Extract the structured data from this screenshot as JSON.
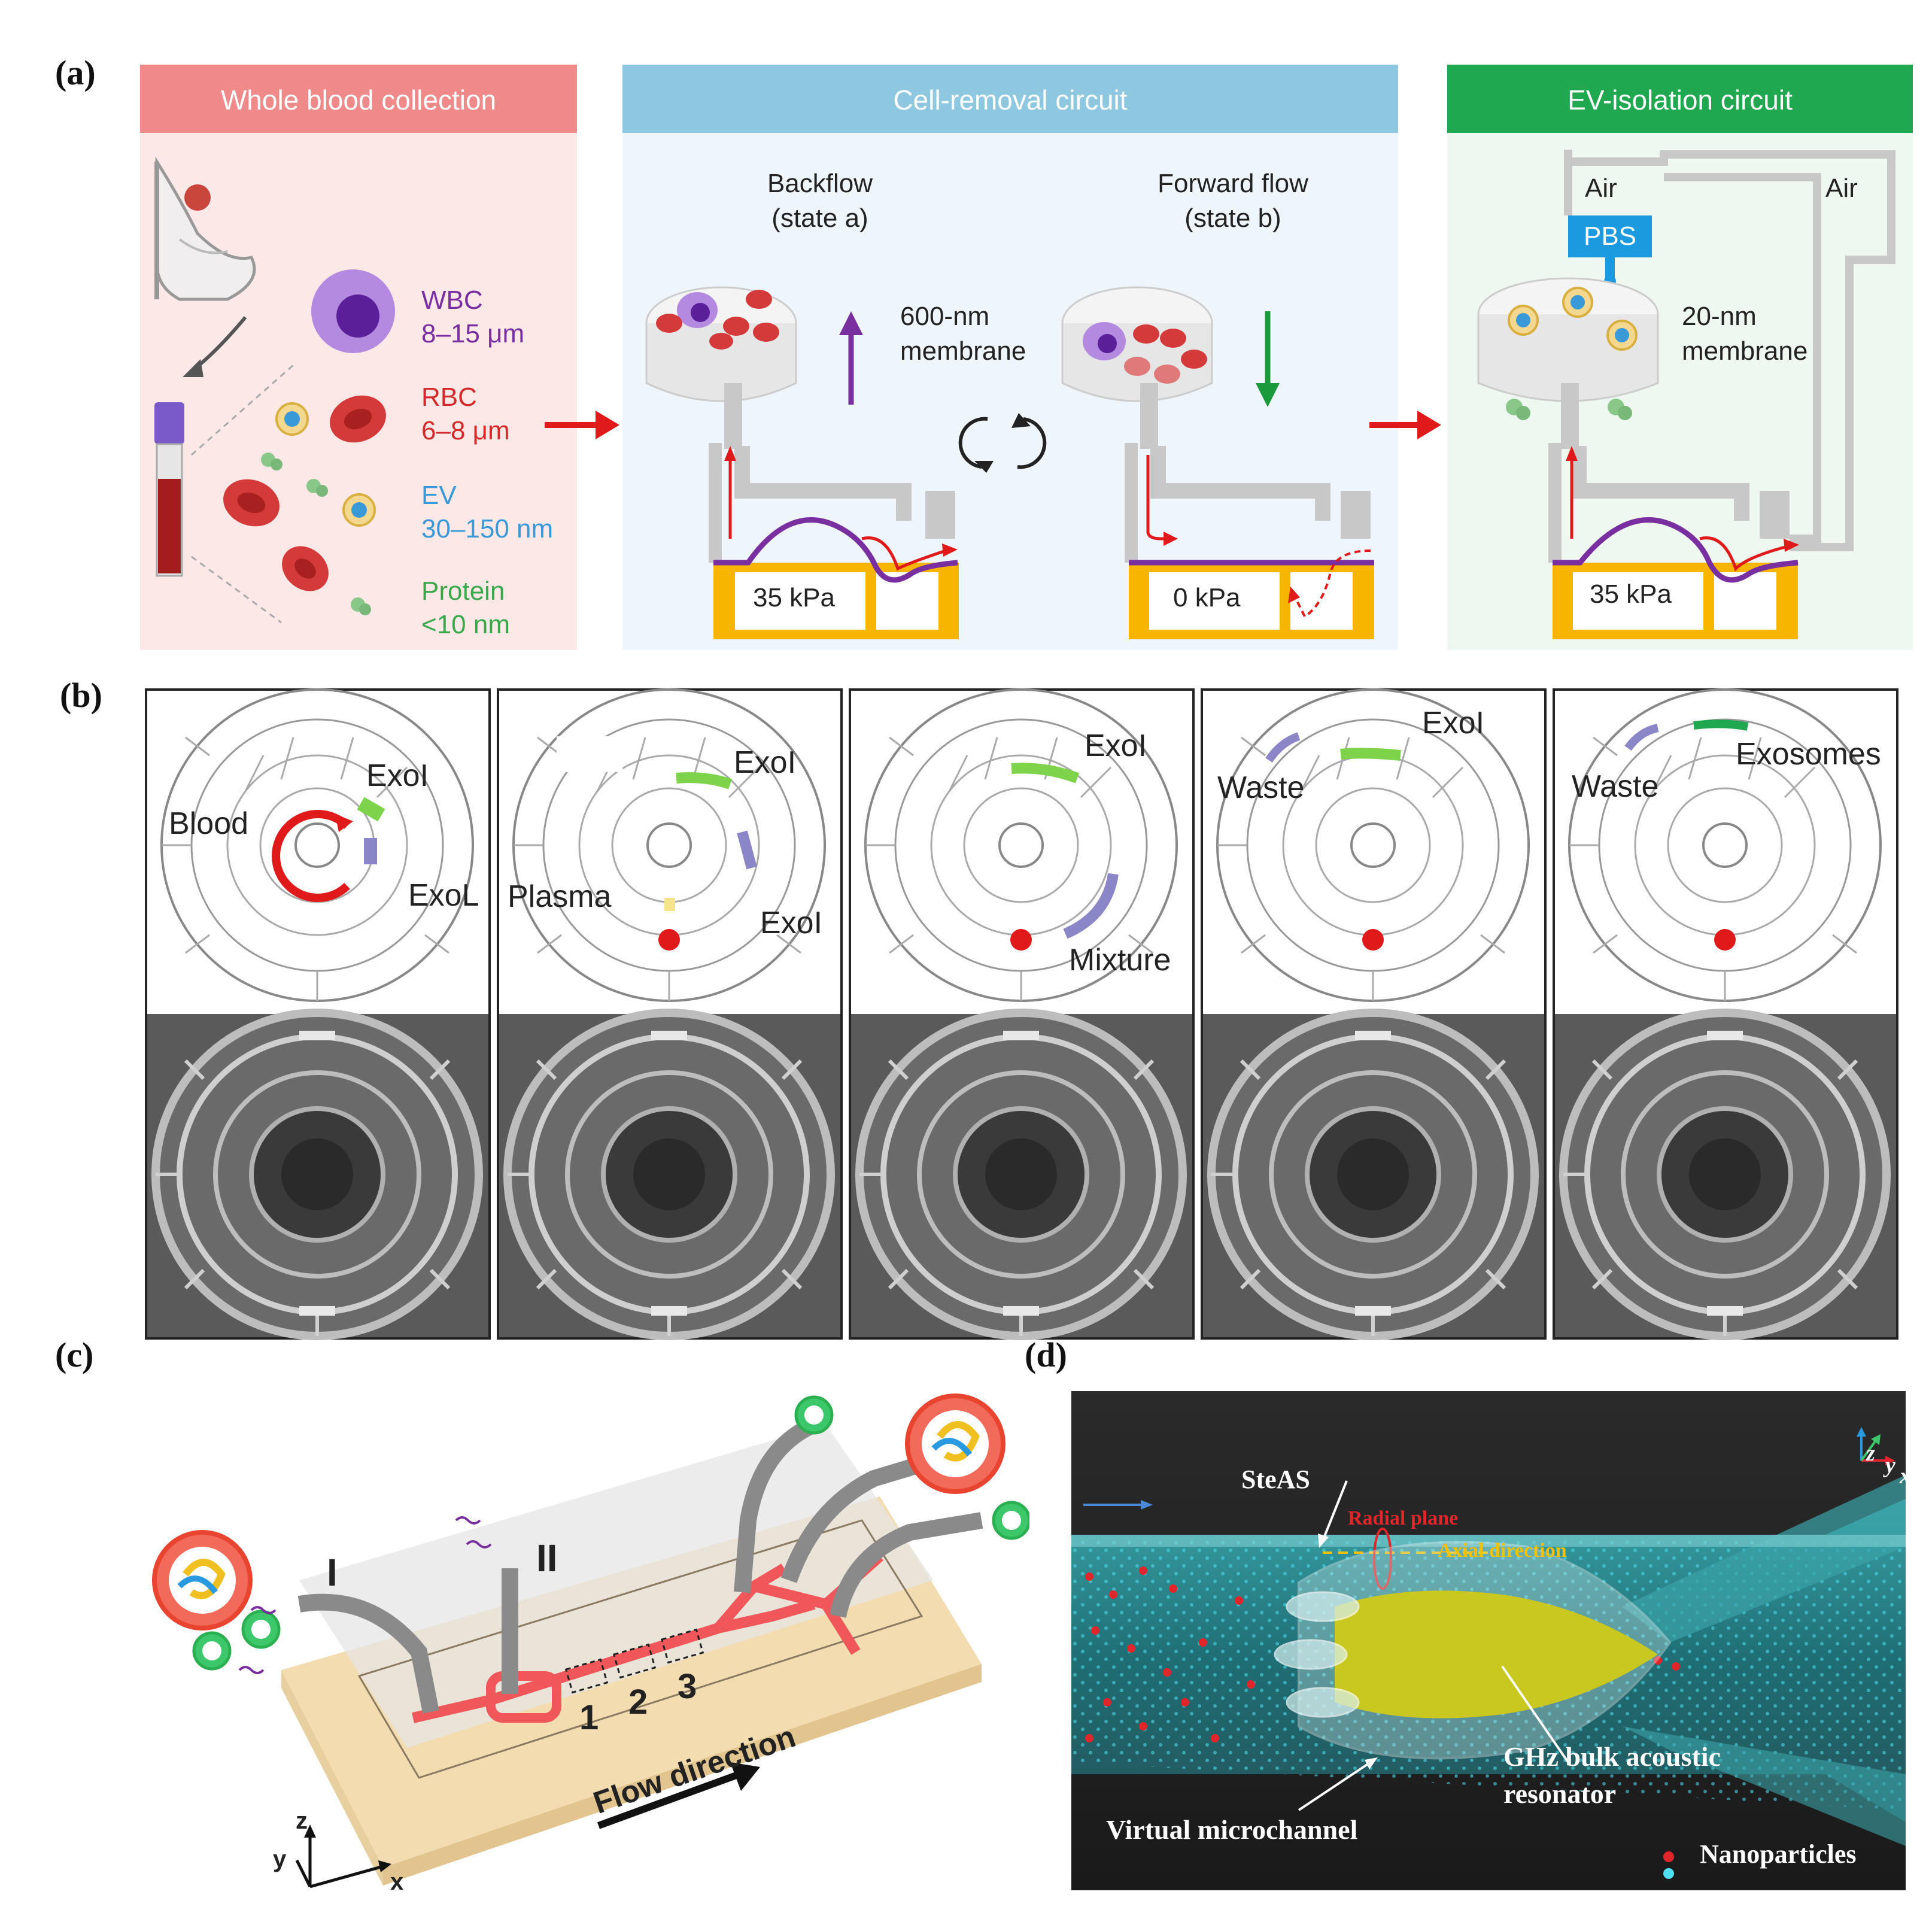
{
  "panels": {
    "a": "(a)",
    "b": "(b)",
    "c": "(c)",
    "d": "(d)"
  },
  "panel_a": {
    "headers": {
      "whole_blood": "Whole blood collection",
      "cell_removal": "Cell-removal circuit",
      "ev_isolation": "EV-isolation circuit"
    },
    "components": [
      {
        "name": "WBC",
        "size": "8–15 μm",
        "color": "#7a2fa0"
      },
      {
        "name": "RBC",
        "size": "6–8 μm",
        "color": "#d42a2a"
      },
      {
        "name": "EV",
        "size": "30–150 nm",
        "color": "#3a9ad8"
      },
      {
        "name": "Protein",
        "size": "<10 nm",
        "color": "#3aa84a"
      }
    ],
    "backflow": [
      "Backflow",
      "(state a)"
    ],
    "forward": [
      "Forward flow",
      "(state b)"
    ],
    "membrane_600": [
      "600-nm",
      "membrane"
    ],
    "membrane_20": [
      "20-nm",
      "membrane"
    ],
    "pressures": [
      "35 kPa",
      "0 kPa",
      "35 kPa"
    ],
    "air": "Air",
    "pbs": "PBS"
  },
  "panel_b": {
    "frames": [
      {
        "labels": [
          "Blood",
          "ExoI",
          "ExoL"
        ]
      },
      {
        "labels": [
          "Plasma",
          "ExoI",
          "ExoI"
        ]
      },
      {
        "labels": [
          "ExoI",
          "Mixture"
        ]
      },
      {
        "labels": [
          "Waste",
          "ExoI"
        ]
      },
      {
        "labels": [
          "Waste",
          "Exosomes"
        ]
      }
    ]
  },
  "panel_c": {
    "inlet_1": "I",
    "inlet_2": "II",
    "regions": [
      "1",
      "2",
      "3"
    ],
    "flow_direction": "Flow direction",
    "axes": {
      "x": "x",
      "y": "y",
      "z": "z"
    }
  },
  "panel_d": {
    "steas": "SteAS",
    "radial_plane": "Radial plane",
    "axial_direction": "Axial direction",
    "resonator": [
      "GHz bulk acoustic",
      "resonator"
    ],
    "virtual_microchannel": "Virtual microchannel",
    "nanoparticles": "Nanoparticles",
    "axes": {
      "x": "x",
      "y": "y",
      "z": "z"
    }
  },
  "colors": {
    "pink_header": "#f08a8a",
    "pink_bg": "#fde8e8",
    "blue_header": "#8ec8e0",
    "blue_bg": "#eef6fb",
    "green_header": "#1fa84f",
    "green_bg": "#eef8f1",
    "yellow": "#f7b500",
    "purple": "#7a2fa0",
    "red": "#e01a1a",
    "teal": "#2fb5b5"
  }
}
